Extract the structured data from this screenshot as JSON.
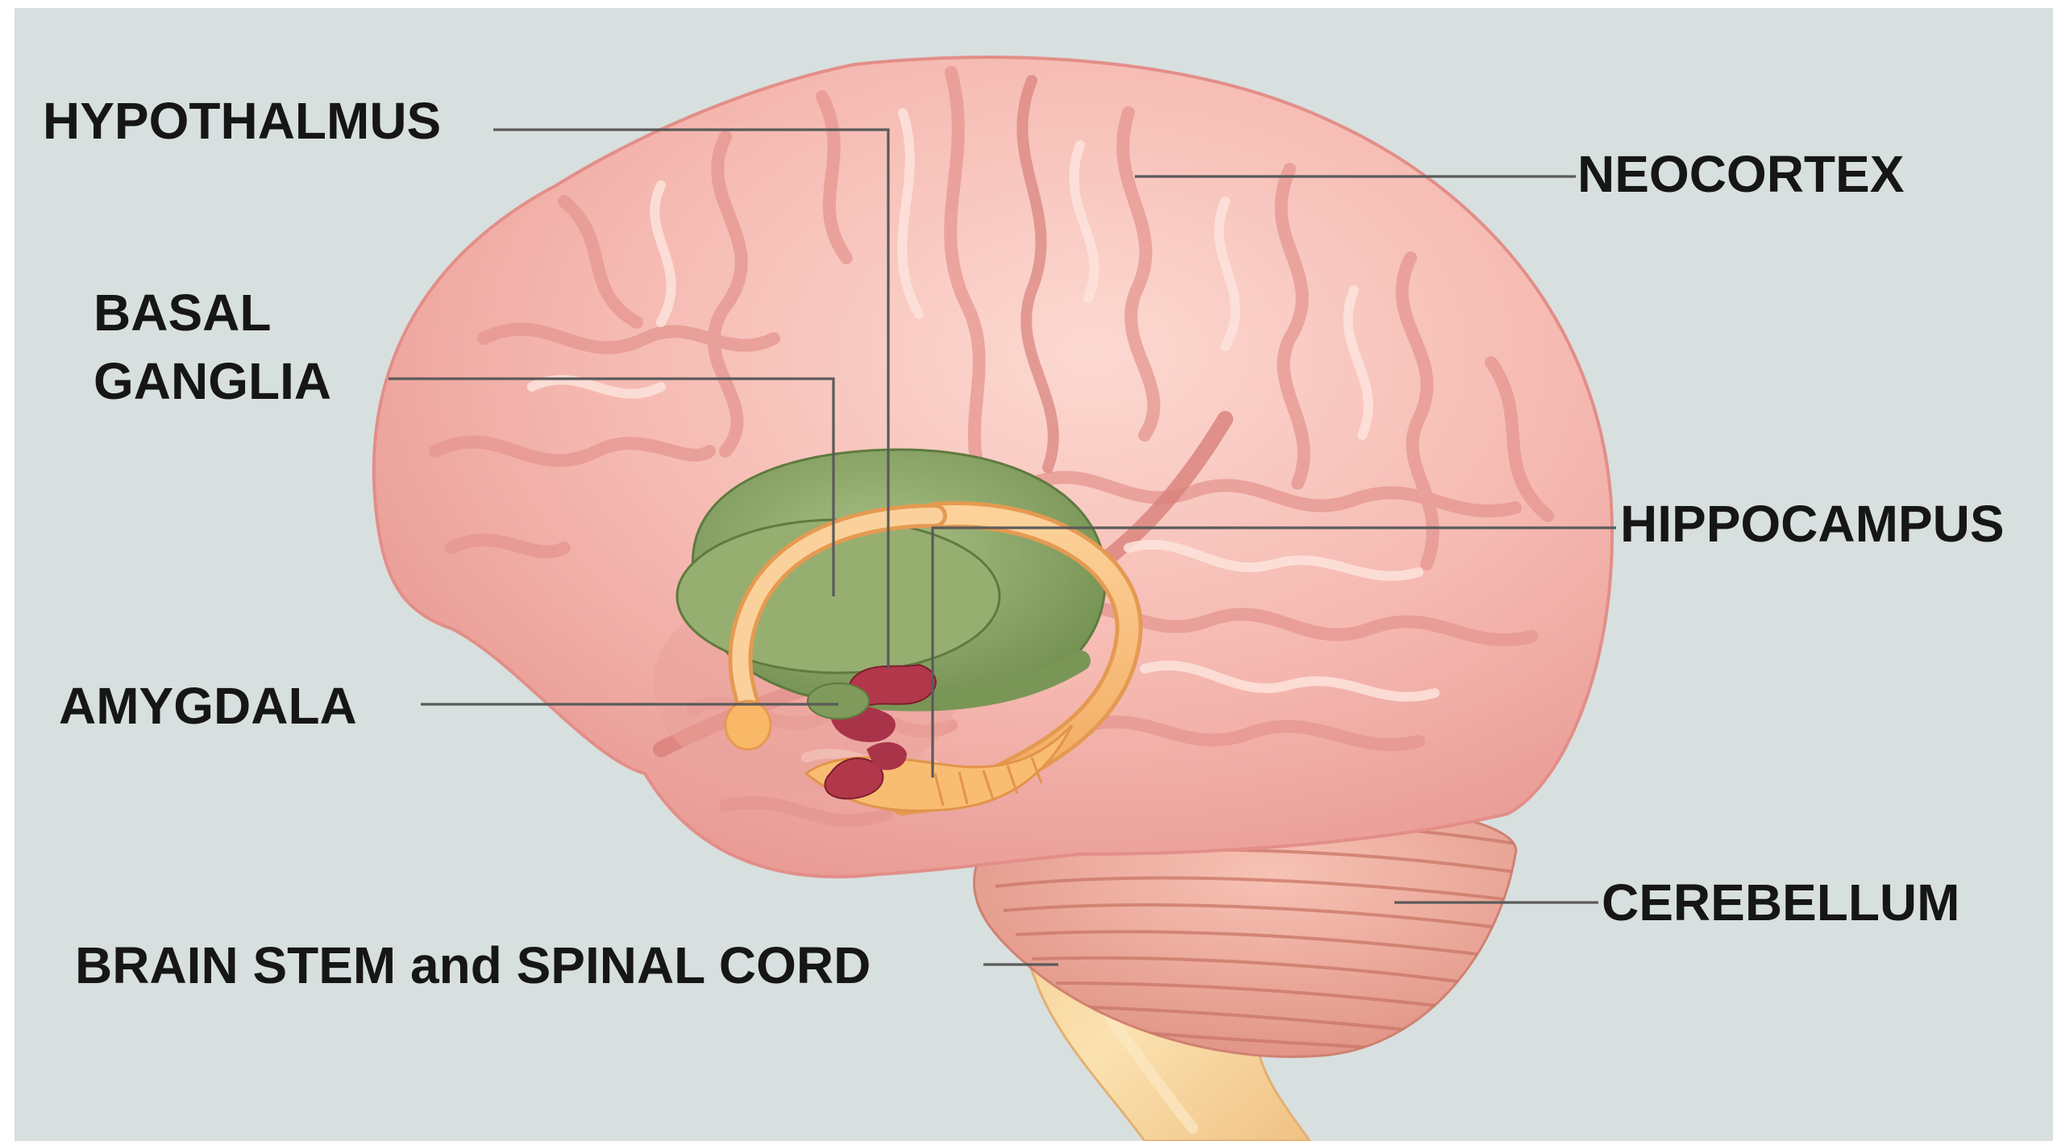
{
  "labels": {
    "hypothalmus": "HYPOTHALMUS",
    "basal_ganglia_line1": "BASAL",
    "basal_ganglia_line2": "GANGLIA",
    "amygdala": "AMYGDALA",
    "brain_stem": "BRAIN STEM and SPINAL CORD",
    "neocortex": "NEOCORTEX",
    "hippocampus": "HIPPOCAMPUS",
    "cerebellum": "CEREBELLUM"
  },
  "colors": {
    "background": "#d8dfdf",
    "cortex": "#f4b3ad",
    "cortex_shadow": "#e08d87",
    "cortex_highlight": "#fbd6cf",
    "basal_ganglia": "#8ea868",
    "hippocampus_fornix": "#f9bf79",
    "amygdala_hypothalamus": "#b03a4a",
    "cerebellum": "#efaa98",
    "brain_stem": "#f7d59b"
  }
}
